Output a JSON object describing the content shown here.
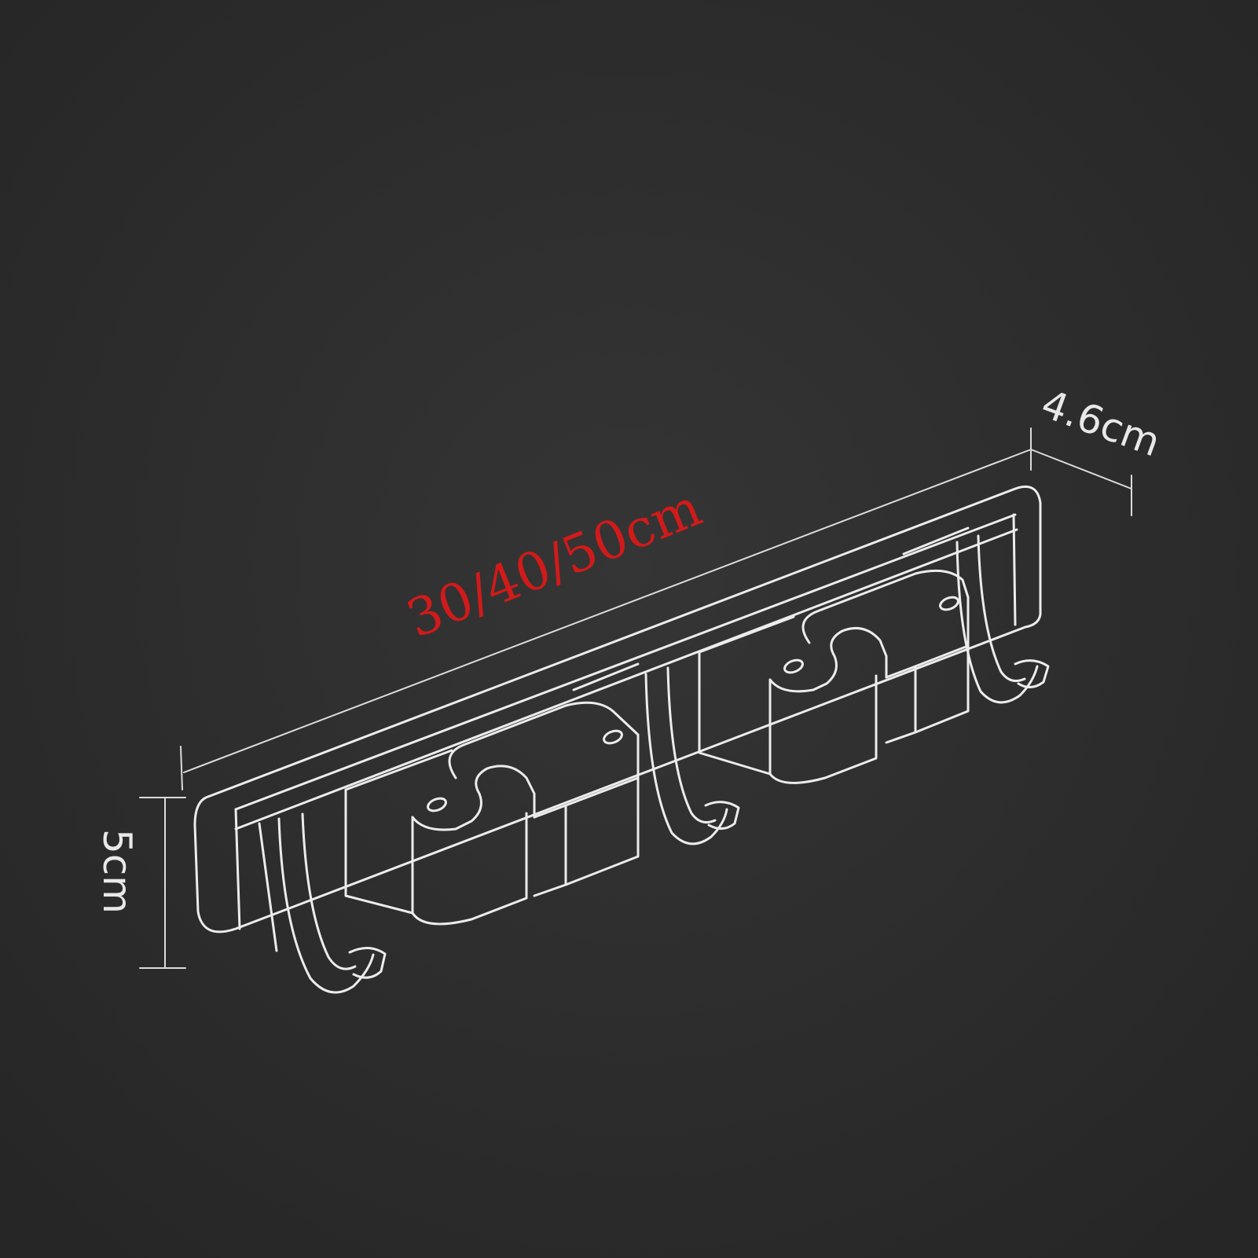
{
  "labels": {
    "length": "30/40/50cm",
    "depth": "4.6cm",
    "height": "5cm"
  },
  "colors": {
    "background": "#2f2f2f",
    "outline": "#ececec",
    "length_label": "#d11a1a"
  }
}
